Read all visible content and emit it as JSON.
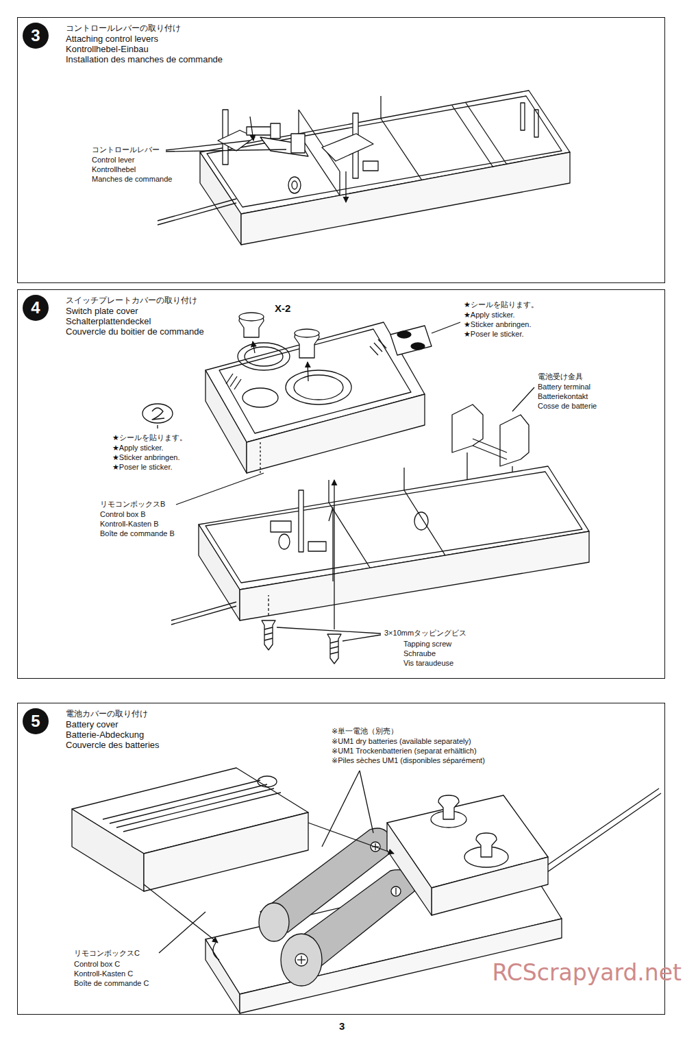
{
  "diagram": {
    "nodes": [
      {
        "text": [
          "コントロールレバーの取り付け",
          "Attaching control levers",
          "Kontrollhebel-Einbau",
          "Installation des manches de commande"
        ]
      },
      {
        "text": [
          "3"
        ],
        "in": 0
      },
      {
        "text": [
          "スイッチプレートカバーの取り付け",
          "Switch plate cover",
          "Schalterplattendeckel",
          "Couvercle du boitier de commande"
        ]
      },
      {
        "text": [
          "4"
        ],
        "in": 2
      },
      {
        "text": [
          "電池カバーの取り付け",
          "Battery cover",
          "Batterie-Abdeckung",
          "Couvercle des batteries"
        ]
      },
      {
        "text": [
          "5"
        ],
        "in": 4
      }
    ],
    "edges": [],
    "labels": [
      "コントロールレバー",
      "Control lever",
      "Kontrollhebel",
      "Manches de commande",
      "X-2",
      "★シールを貼ります。",
      "★Apply sticker.",
      "★Sticker anbringen.",
      "★Poser le sticker.",
      "★シールを貼ります。",
      "★Apply sticker.",
      "★Sticker anbringen.",
      "★Poser le sticker.",
      "電池受け金具",
      "Battery terminal",
      "Batteriekontakt",
      "Cosse de batterie",
      "リモコンボックスB",
      "Control box B",
      "Kontroll-Kasten B",
      "Boîte de commande B",
      "3×10mmタッピングビス",
      "Tapping screw",
      "Schraube",
      "Vis taraudeuse",
      "※単一電池（別売）",
      "※UM1 dry batteries (available separately)",
      "※UM1 Trockenbatterien (separat erhältlich)",
      "※Piles sèches UM1 (disponibles séparément)",
      "リモコンボックスC",
      "Control box C",
      "Kontroll-Kasten C",
      "Boîte de commande C",
      "3",
      "RCScrapyard.net"
    ]
  }
}
